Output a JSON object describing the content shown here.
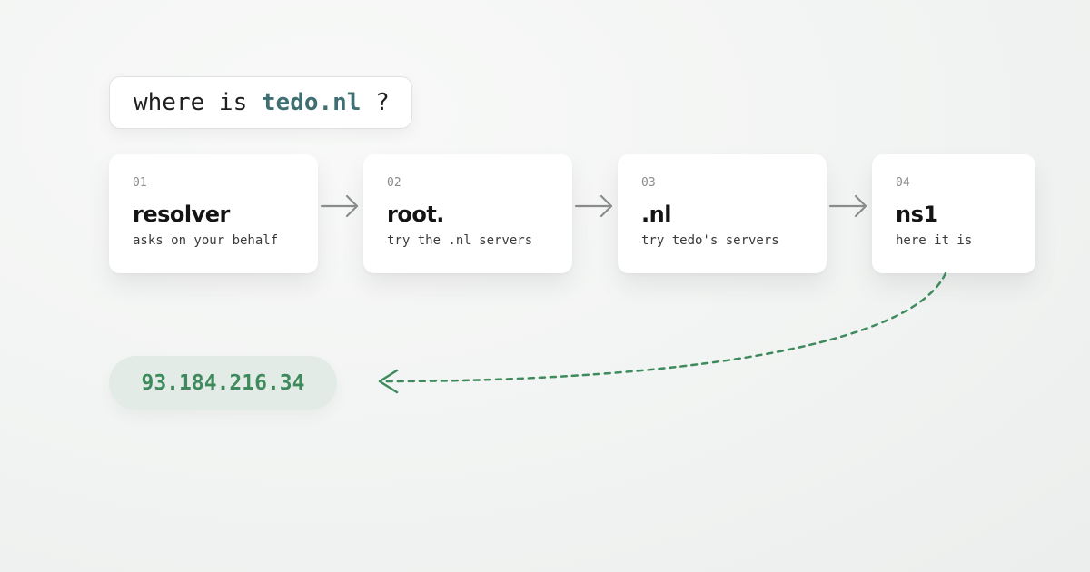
{
  "question": {
    "prefix": "where is ",
    "domain": "tedo.nl",
    "suffix": " ?"
  },
  "steps": [
    {
      "num": "01",
      "title": "resolver",
      "desc": "asks on your behalf"
    },
    {
      "num": "02",
      "title": "root.",
      "desc": "try the .nl servers"
    },
    {
      "num": "03",
      "title": ".nl",
      "desc": "try tedo's servers"
    },
    {
      "num": "04",
      "title": "ns1",
      "desc": "here it is"
    }
  ],
  "answer": {
    "ip": "93.184.216.34"
  },
  "colors": {
    "accent_domain": "#3f6f72",
    "answer_text": "#3e8a5d",
    "answer_bg": "#e3ebe6",
    "arrow": "#8a8c8b",
    "return_path": "#3e8a5d"
  }
}
